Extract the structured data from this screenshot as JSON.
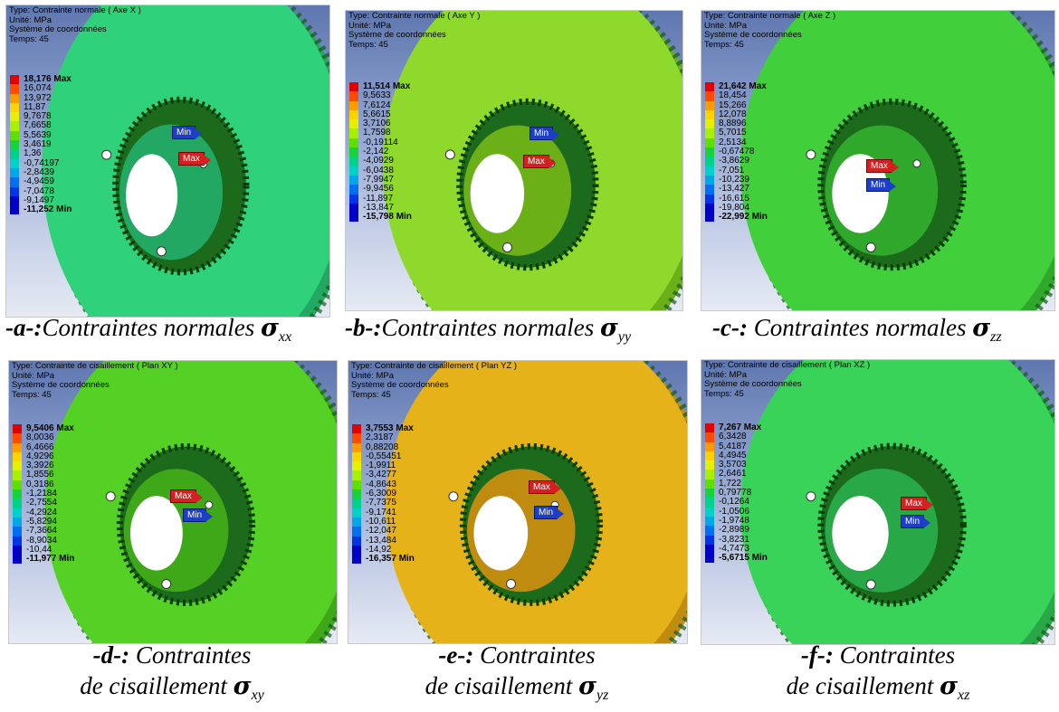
{
  "panels": [
    {
      "type_label": "Type: Contrainte normale ( Axe X )",
      "unit": "Unité: MPa",
      "coord": "Système de coordonnées",
      "time": "Temps: 45",
      "max_label": "18,176 Max",
      "min_label": "-11,252 Min",
      "levels": [
        "16,074",
        "13,972",
        "11,87",
        "9,7678",
        "7,6658",
        "5,5639",
        "3,4619",
        "1,36",
        "-0,74197",
        "-2,8439",
        "-4,9459",
        "-7,0478",
        "-9,1497"
      ],
      "tag_max": "Max",
      "tag_min": "Min",
      "disc_color": "#2fd27a",
      "disc_shade": "#22a862",
      "caption_prefix": "-a-:",
      "caption_text": "Contraintes normales ",
      "sigma": "σ",
      "sub": "xx"
    },
    {
      "type_label": "Type: Contrainte normale ( Axe Y )",
      "unit": "Unité: MPa",
      "coord": "Système de coordonnées",
      "time": "Temps: 45",
      "max_label": "11,514 Max",
      "min_label": "-15,798 Min",
      "levels": [
        "9,5633",
        "7,6124",
        "5,6615",
        "3,7106",
        "1,7598",
        "-0,19114",
        "-2,142",
        "-4,0929",
        "-6,0438",
        "-7,9947",
        "-9,9456",
        "-11,897",
        "-13,847"
      ],
      "tag_max": "Max",
      "tag_min": "Min",
      "disc_color": "#8fd82c",
      "disc_shade": "#6cb018",
      "caption_prefix": "-b-:",
      "caption_text": "Contraintes normales ",
      "sigma": "σ",
      "sub": "yy"
    },
    {
      "type_label": "Type: Contrainte normale ( Axe Z )",
      "unit": "Unité: MPa",
      "coord": "Système de coordonnées",
      "time": "Temps: 45",
      "max_label": "21,642 Max",
      "min_label": "-22,992 Min",
      "levels": [
        "18,454",
        "15,266",
        "12,078",
        "8,8896",
        "5,7015",
        "2,5134",
        "-0,67478",
        "-3,8629",
        "-7,051",
        "-10,239",
        "-13,427",
        "-16,615",
        "-19,804"
      ],
      "tag_max": "Max",
      "tag_min": "Min",
      "disc_color": "#41cf3c",
      "disc_shade": "#2fa82c",
      "caption_prefix": "-c-:",
      "caption_text": " Contraintes normales ",
      "sigma": "σ",
      "sub": "zz"
    },
    {
      "type_label": "Type: Contrainte de cisaillement ( Plan XY )",
      "unit": "Unité: MPa",
      "coord": "Système de coordonnées",
      "time": "Temps: 45",
      "max_label": "9,5406 Max",
      "min_label": "-11,977 Min",
      "levels": [
        "8,0036",
        "6,4666",
        "4,9296",
        "3,3926",
        "1,8556",
        "0,3186",
        "-1,2184",
        "-2,7554",
        "-4,2924",
        "-5,8294",
        "-7,3664",
        "-8,9034",
        "-10,44"
      ],
      "tag_max": "Max",
      "tag_min": "Min",
      "disc_color": "#55d025",
      "disc_shade": "#3ea818",
      "caption_prefix": "-d-:",
      "caption_text": " Contraintes",
      "caption_line2": "de cisaillement ",
      "sigma": "σ",
      "sub": "xy"
    },
    {
      "type_label": "Type: Contrainte de cisaillement ( Plan YZ )",
      "unit": "Unité: MPa",
      "coord": "Système de coordonnées",
      "time": "Temps: 45",
      "max_label": "3,7553 Max",
      "min_label": "-16,357 Min",
      "levels": [
        "2,3187",
        "0,88208",
        "-0,55451",
        "-1,9911",
        "-3,4277",
        "-4,8643",
        "-6,3009",
        "-7,7375",
        "-9,1741",
        "-10,611",
        "-12,047",
        "-13,484",
        "-14,92"
      ],
      "tag_max": "Max",
      "tag_min": "Min",
      "disc_color": "#e6b21a",
      "disc_shade": "#c08c10",
      "caption_prefix": "-e-:",
      "caption_text": " Contraintes",
      "caption_line2": "de cisaillement ",
      "sigma": "σ",
      "sub": "yz"
    },
    {
      "type_label": "Type: Contrainte de cisaillement ( Plan XZ )",
      "unit": "Unité: MPa",
      "coord": "Système de coordonnées",
      "time": "Temps: 45",
      "max_label": "7,267 Max",
      "min_label": "-5,6715 Min",
      "levels": [
        "6,3428",
        "5,4187",
        "4,4945",
        "3,5703",
        "2,6461",
        "1,722",
        "0,79778",
        "-0,1264",
        "-1,0506",
        "-1,9748",
        "-2,8989",
        "-3,8231",
        "-4,7473"
      ],
      "tag_max": "Max",
      "tag_min": "Min",
      "disc_color": "#3ad35a",
      "disc_shade": "#28a846",
      "caption_prefix": "-f-:",
      "caption_text": " Contraintes",
      "caption_line2": "de cisaillement ",
      "sigma": "σ",
      "sub": "xz"
    }
  ],
  "legend_colors": [
    "#e00000",
    "#ff4a00",
    "#ff9a00",
    "#ffd200",
    "#e6f000",
    "#a8f000",
    "#5ce000",
    "#18d23c",
    "#00d28a",
    "#00d2c8",
    "#00a8e6",
    "#0070f0",
    "#0034e6",
    "#0000c8"
  ]
}
